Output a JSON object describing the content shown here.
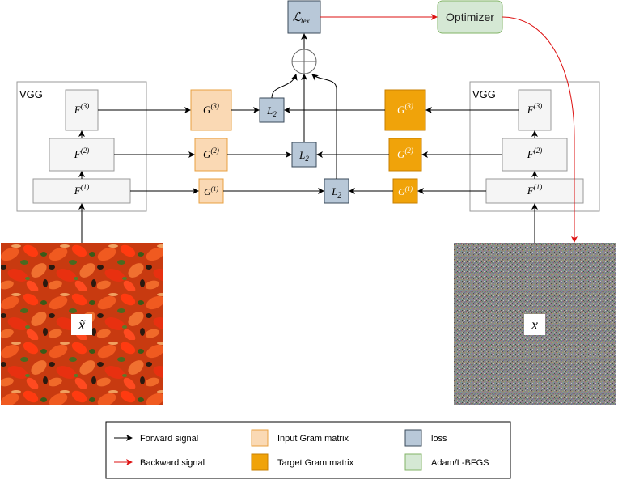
{
  "diagram": {
    "left_vgg_label": "VGG",
    "right_vgg_label": "VGG",
    "loss_label_main": "ℒ",
    "loss_label_sub": "tex",
    "optimizer_label": "Optimizer",
    "feature_base": "F",
    "gram_base": "G",
    "l2_base": "L",
    "l2_sub": "2",
    "level_1": "(1)",
    "level_2": "(2)",
    "level_3": "(3)",
    "input_image_label": "x̃",
    "output_image_label": "x"
  },
  "legend": {
    "forward_signal": "Forward signal",
    "backward_signal": "Backward signal",
    "input_gram": "Input Gram matrix",
    "target_gram": "Target Gram matrix",
    "loss": "loss",
    "optimizer": "Adam/L-BFGS"
  },
  "colors": {
    "input_gram_fill": "#fad9b4",
    "input_gram_stroke": "#e8a040",
    "target_gram_fill": "#f0a30a",
    "target_gram_stroke": "#c77f00",
    "loss_fill": "#b8c8d8",
    "loss_stroke": "#3a4a5a",
    "optimizer_fill": "#d5e8d4",
    "optimizer_stroke": "#82b366",
    "backward_arrow": "#dd1111",
    "forward_arrow": "#000000"
  }
}
